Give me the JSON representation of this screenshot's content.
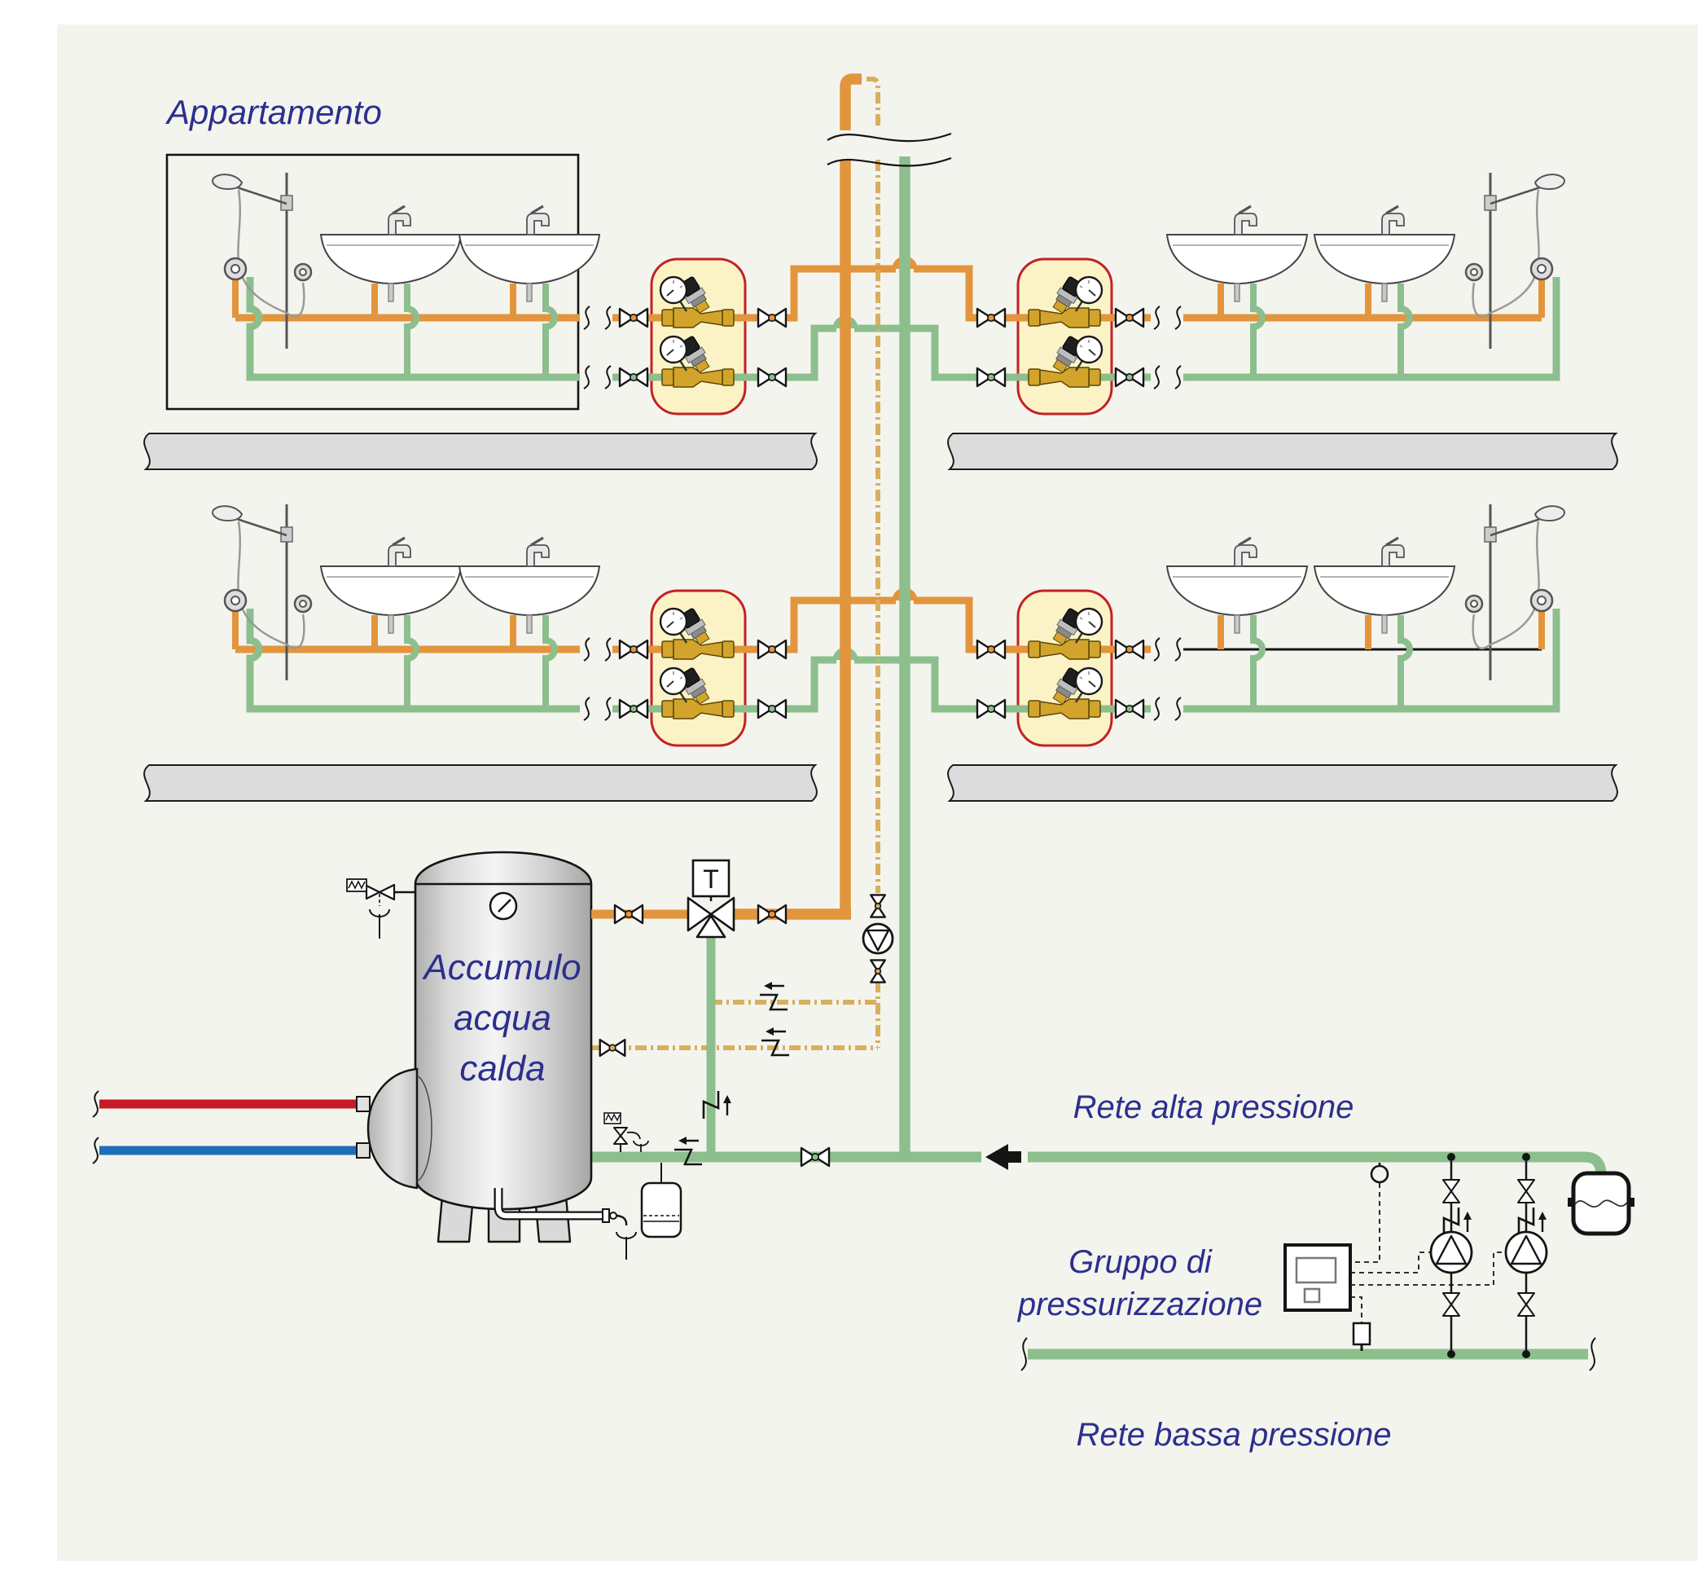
{
  "page": {
    "background": "#f4f4ee",
    "frame_color": "#141414"
  },
  "labels": {
    "apartment": "Appartamento",
    "tank_line1": "Accumulo",
    "tank_line2": "acqua",
    "tank_line3": "calda",
    "thermostat": "T",
    "high_pressure": "Rete alta pressione",
    "pressurization_line1": "Gruppo di",
    "pressurization_line2": "pressurizzazione",
    "low_pressure": "Rete bassa pressione"
  },
  "colors": {
    "hot_pipe": "#E2953C",
    "cold_pipe": "#8CBF8D",
    "recirculation_pipe": "#D9AE5C",
    "primary_flow_pipe": "#C61A27",
    "primary_return_pipe": "#1E6FB8",
    "reducer_box_fill": "#FBF3C6",
    "reducer_box_border": "#C32127",
    "slab_fill": "#DCDCDC",
    "label_text": "#2B2F8E",
    "line_black": "#141414",
    "brass": "#D2A42B",
    "brass_dark": "#5a4604",
    "fixture_fill": "#FFFFFF"
  },
  "icons": {
    "shutoff_valve": "bowtie-valve-icon",
    "check_valve": "check-valve-icon",
    "pressure_reducer": "pressure-reducer-icon",
    "gauge": "gauge-icon",
    "pump": "pump-icon",
    "mixing_valve": "three-way-mixing-valve-icon",
    "thermostat_head": "thermostat-icon",
    "safety_valve": "safety-relief-valve-icon",
    "discharge_funnel": "discharge-funnel-icon",
    "expansion_vessel": "expansion-vessel-icon",
    "pressure_transducer": "pressure-transducer-icon",
    "pressure_switch": "pressure-switch-icon",
    "flow_arrow": "flow-direction-arrow-icon",
    "thermometer": "thermometer-icon",
    "pipe_break": "pipe-break-icon"
  },
  "components": {
    "apartments": 4,
    "pressure_reducer_groups": 4,
    "reducers_per_group": 2,
    "pumps": 3,
    "expansion_vessels": 2,
    "storage_tank": "hot water storage cylinder",
    "risers": [
      "hot water riser",
      "recirculation riser",
      "cold water riser"
    ]
  }
}
